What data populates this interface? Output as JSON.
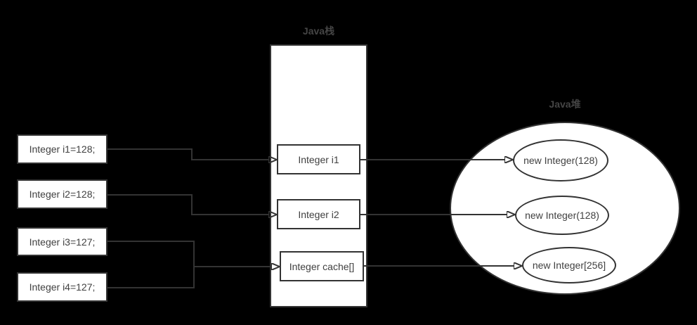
{
  "diagram": {
    "background_color": "#000000",
    "stroke_color": "#333333",
    "node_fill_color": "#ffffff",
    "text_color": "#404040",
    "code_statements": [
      {
        "label": "Integer i1=128;"
      },
      {
        "label": "Integer i2=128;"
      },
      {
        "label": "Integer i3=127;"
      },
      {
        "label": "Integer i4=127;"
      }
    ],
    "stack": {
      "title": "Java栈",
      "frames": [
        {
          "label": "Integer i1"
        },
        {
          "label": "Integer i2"
        },
        {
          "label": "Integer cache[]"
        }
      ]
    },
    "heap": {
      "title": "Java堆",
      "objects": [
        {
          "label": "new Integer(128)"
        },
        {
          "label": "new Integer(128)"
        },
        {
          "label": "new Integer[256]"
        }
      ]
    },
    "connections": [
      {
        "from": "Integer i1=128;",
        "to": "Integer i1"
      },
      {
        "from": "Integer i2=128;",
        "to": "Integer i2"
      },
      {
        "from": "Integer i3=127;",
        "to": "Integer cache[]"
      },
      {
        "from": "Integer i4=127;",
        "to": "Integer cache[]"
      },
      {
        "from": "Integer i1",
        "to": "new Integer(128)"
      },
      {
        "from": "Integer i2",
        "to": "new Integer(128)"
      },
      {
        "from": "Integer cache[]",
        "to": "new Integer[256]"
      }
    ]
  }
}
